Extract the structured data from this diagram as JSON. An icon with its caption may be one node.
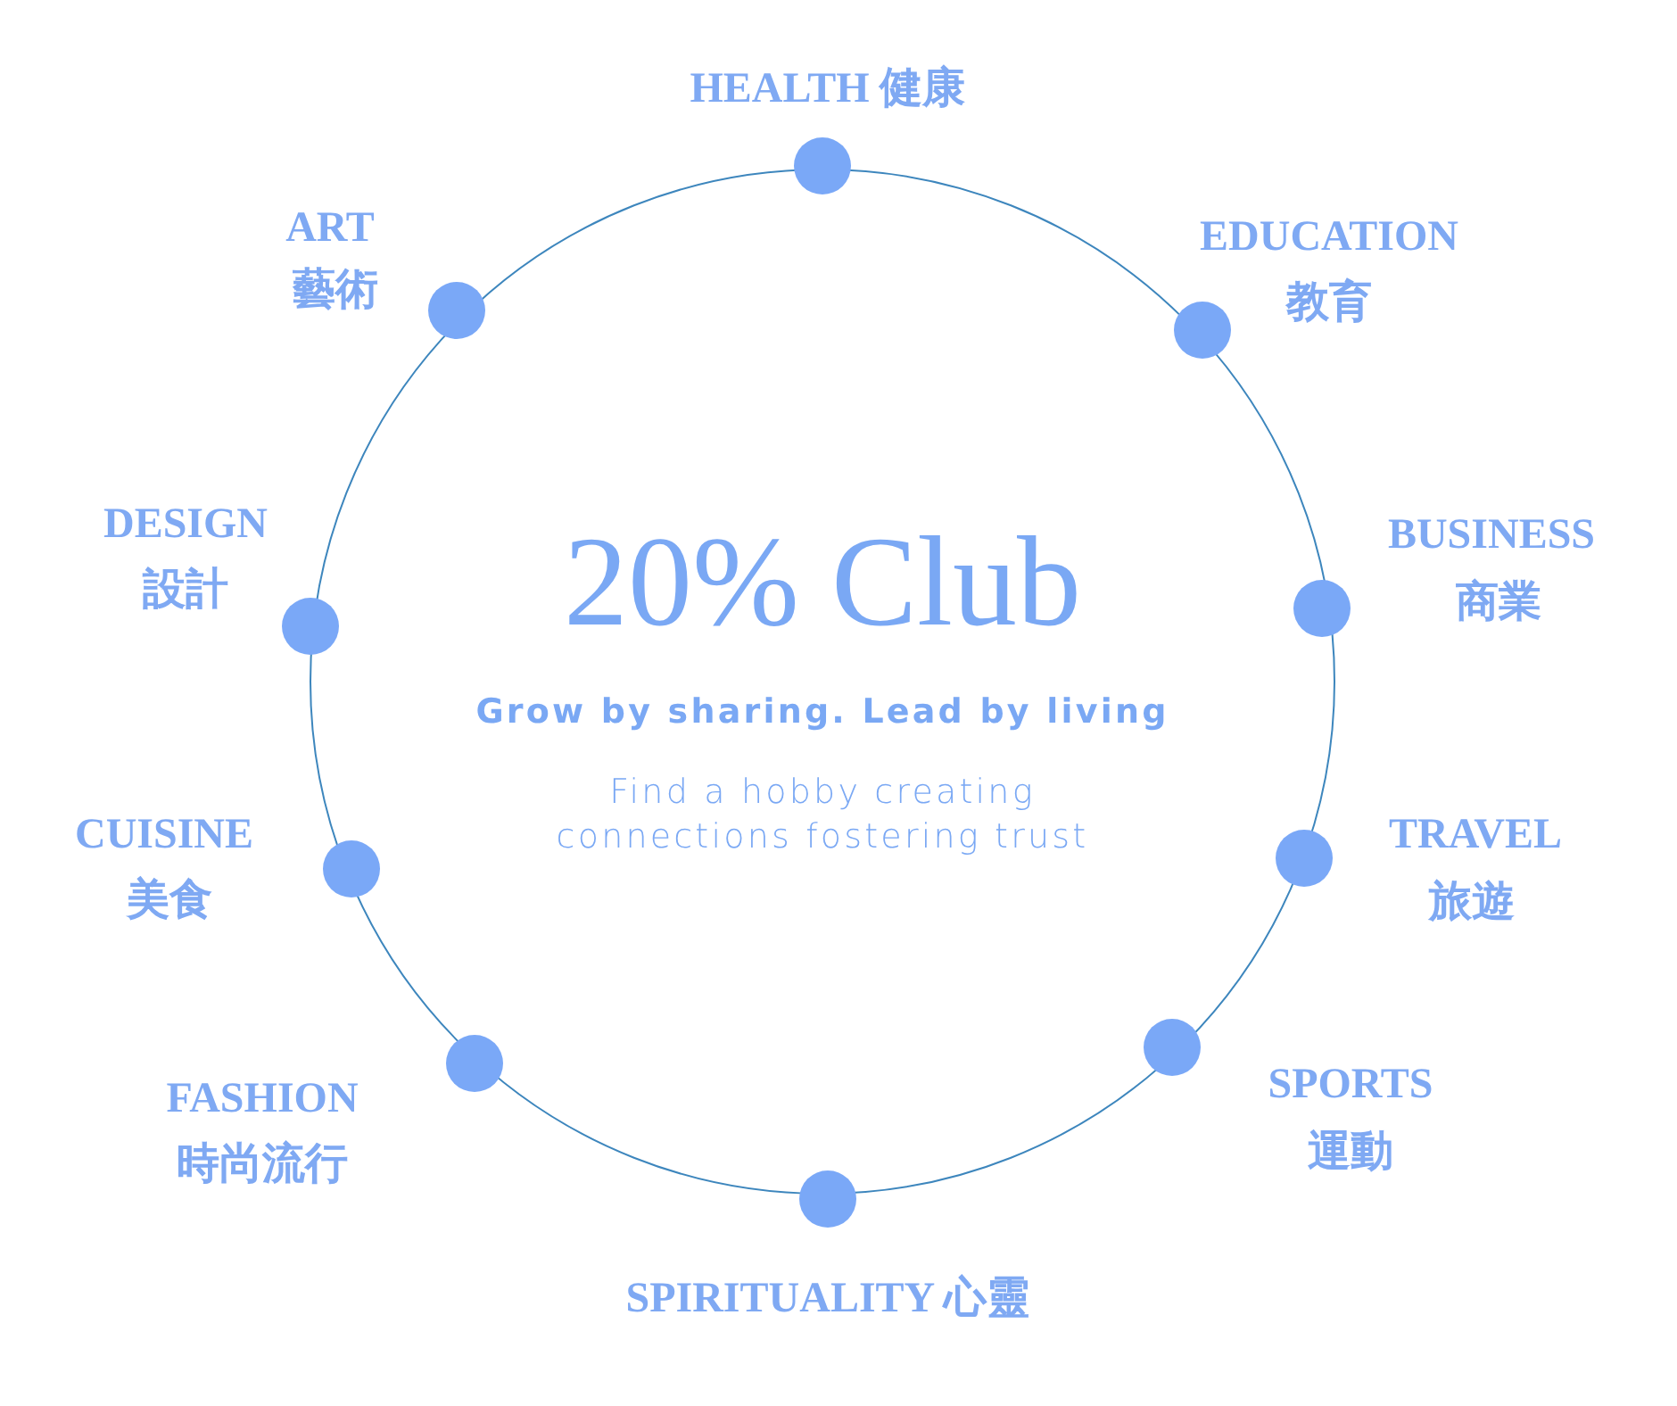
{
  "diagram": {
    "title": "20% Club",
    "nodes": [
      {
        "text": [],
        "shape": "circle",
        "beside": [
          "HEALTH 健康"
        ]
      },
      {
        "text": [],
        "shape": "circle",
        "beside": [
          "EDUCATION",
          "教育"
        ]
      },
      {
        "text": [],
        "shape": "circle",
        "beside": [
          "BUSINESS",
          "商業"
        ]
      },
      {
        "text": [],
        "shape": "circle",
        "beside": [
          "TRAVEL",
          "旅遊"
        ]
      },
      {
        "text": [],
        "shape": "circle",
        "beside": [
          "SPORTS",
          "運動"
        ]
      },
      {
        "text": [],
        "shape": "circle",
        "beside": [
          "SPIRITUALITY 心靈"
        ]
      },
      {
        "text": [],
        "shape": "circle",
        "beside": [
          "FASHION",
          "時尚流行"
        ]
      },
      {
        "text": [],
        "shape": "circle",
        "beside": [
          "CUISINE",
          "美食"
        ]
      },
      {
        "text": [],
        "shape": "circle",
        "beside": [
          "DESIGN",
          "設計"
        ]
      },
      {
        "text": [],
        "shape": "circle",
        "beside": [
          "ART",
          "藝術"
        ]
      }
    ],
    "labels": [
      "Grow by sharing. Lead by living",
      "Find a hobby creating connections fostering trust"
    ]
  }
}
